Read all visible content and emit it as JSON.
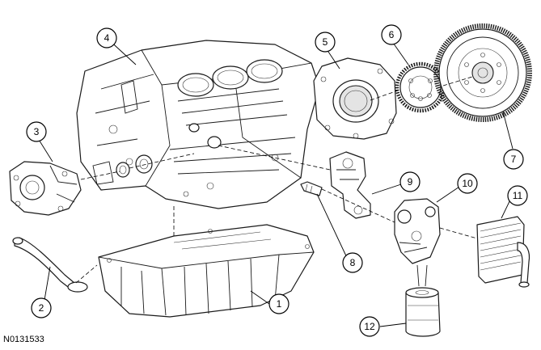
{
  "figure": {
    "reference_code": "N0131533",
    "callouts": [
      "1",
      "2",
      "3",
      "4",
      "5",
      "6",
      "7",
      "8",
      "9",
      "10",
      "11",
      "12"
    ]
  }
}
